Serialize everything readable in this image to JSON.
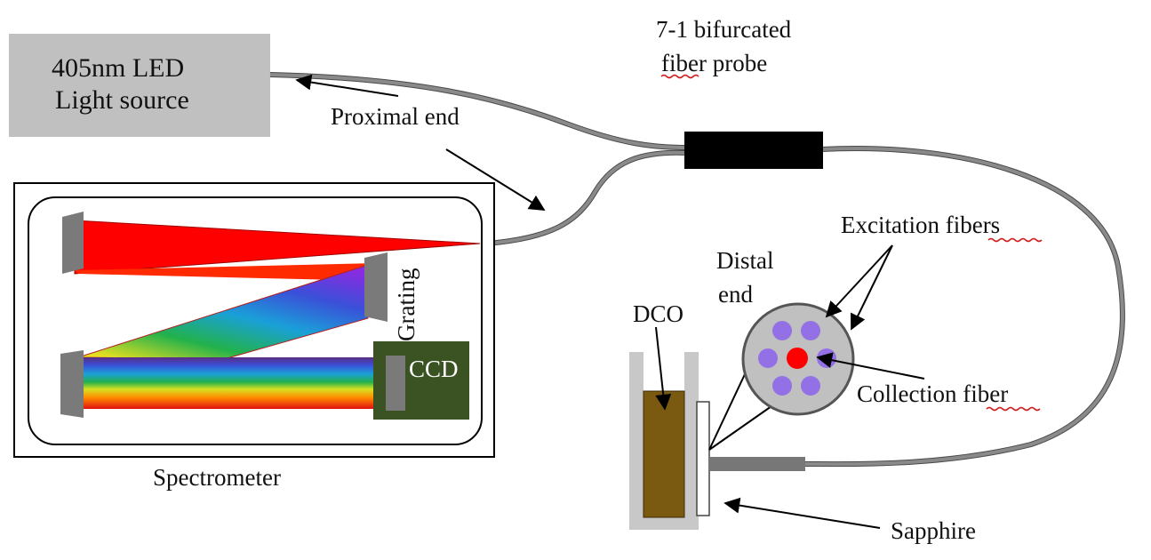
{
  "light_source": {
    "line1": "405nm LED",
    "line2": "Light source"
  },
  "probe": {
    "line1": "7-1 bifurcated",
    "line2": "fiber probe"
  },
  "proximal_end": "Proximal end",
  "spectrometer": "Spectrometer",
  "grating": "Grating",
  "ccd": "CCD",
  "distal_end": {
    "line1": "Distal",
    "line2": "end"
  },
  "dco": "DCO",
  "excitation_fibers": "Excitation fibers",
  "collection_fiber": "Collection fiber",
  "sapphire": "Sapphire",
  "colors": {
    "light_source_box": "#c0c0c0",
    "ccd_box": "#3b5323",
    "excitation_fiber": "#9370e6",
    "collection_fiber": "#ff0000",
    "dco_liquid": "#7a5a10",
    "probe_connector": "#000000"
  }
}
